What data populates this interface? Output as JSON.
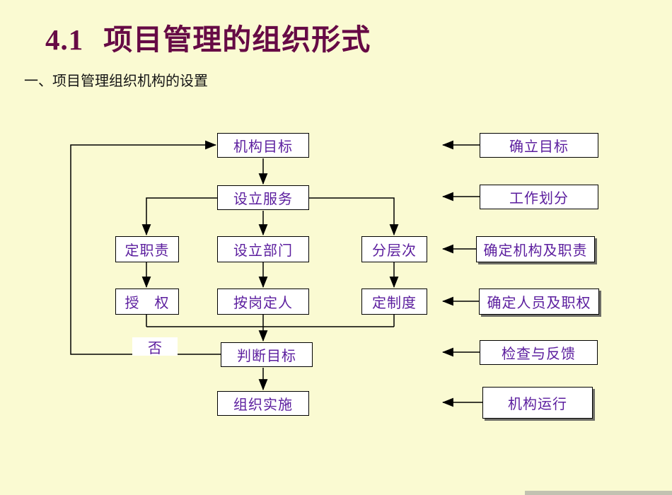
{
  "slide": {
    "title_number": "4.1",
    "title_text": "项目管理的组织形式",
    "subtitle": "一、项目管理组织机构的设置",
    "colors": {
      "background": "#fafad2",
      "title": "#660a45",
      "node_text": "#5b1d9e",
      "line": "#000000",
      "node_fill": "#ffffff"
    }
  },
  "flowchart": {
    "nodes": {
      "org_goal": "机构目标",
      "setup_service": "设立服务",
      "define_duty": "定职责",
      "setup_dept": "设立部门",
      "layering": "分层次",
      "authorize": "授　权",
      "staffing": "按岗定人",
      "define_rules": "定制度",
      "judge_goal": "判断目标",
      "implement": "组织实施"
    },
    "no_label": "否"
  },
  "annotations": {
    "establish_goal": "确立目标",
    "work_division": "工作划分",
    "define_org_duty": "确定机构及职责",
    "define_staff_authority": "确定人员及职权",
    "check_feedback": "检查与反馈",
    "org_operation": "机构运行"
  }
}
